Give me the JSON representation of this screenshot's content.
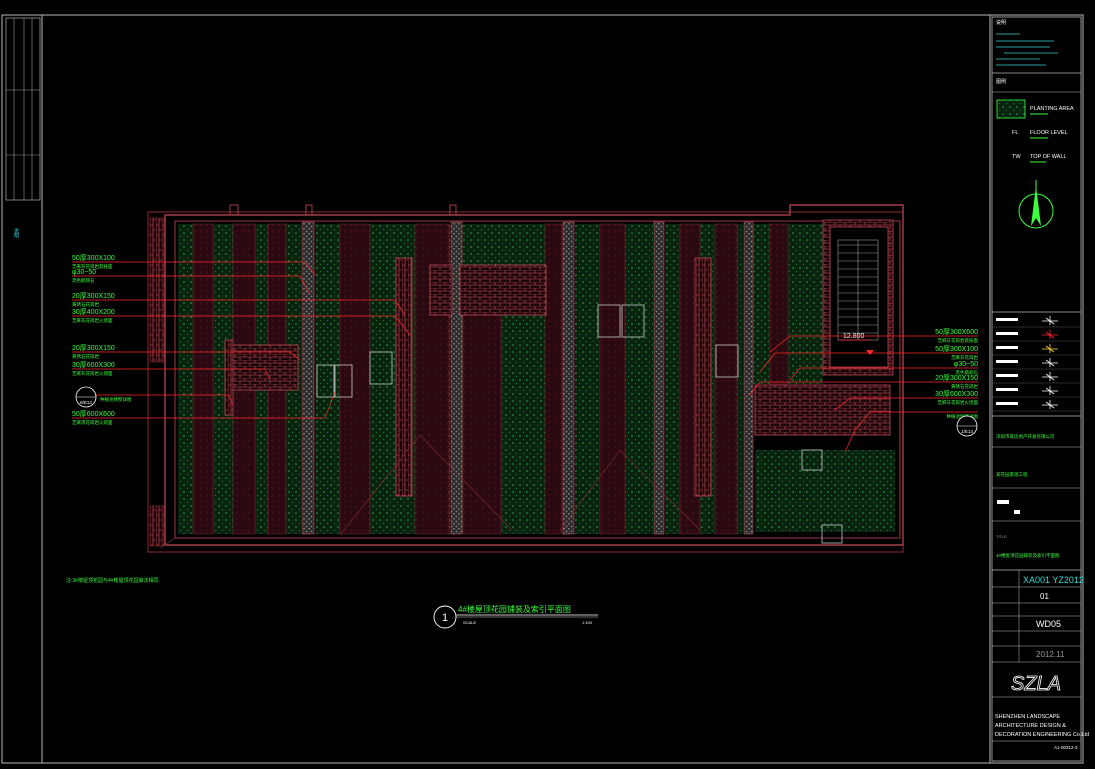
{
  "colors": {
    "background": "#000000",
    "frame": "#b8b8b8",
    "wall": "#c8485a",
    "paving": "#8a2030",
    "planting_fill": "#0c2a14",
    "dot": "#26a04a",
    "label_green": "#3cff3c",
    "label_cyan": "#39d6d6",
    "label_white": "#ffffff",
    "leader_red": "#ff2a2a",
    "north_arrow": "#3cff3c"
  },
  "left_margin_note": "说明",
  "legend": {
    "planting_area": "PLANTING AREA",
    "floor_level_abbr": "FL",
    "floor_level": "FLOOR LEVEL",
    "top_of_wall_abbr": "TW",
    "top_of_wall": "TOP OF WALL"
  },
  "left_labels": [
    {
      "code": "50厚300X100",
      "note": "芝麻灰花岗岩荔枝面"
    },
    {
      "code": "φ30~50",
      "note": "黑色鹅卵石"
    },
    {
      "code": "20厚300X150",
      "note": "黄锈石花岗岩"
    },
    {
      "code": "30厚400X200",
      "note": "芝麻灰花岗岩火烧面"
    },
    {
      "code": "20厚300X150",
      "note": "黄锈石花岗岩"
    },
    {
      "code": "30厚600X300",
      "note": "芝麻灰花岗岩火烧面"
    },
    {
      "code": "",
      "note": "种植池侧壁详图"
    },
    {
      "code": "50厚600X600",
      "note": "芝麻黑花岗岩火烧面"
    }
  ],
  "right_labels": [
    {
      "code": "50厚300X600",
      "note": "芝麻灰花岗岩荔枝面"
    },
    {
      "code": "50厚300X100",
      "note": "芝麻灰花岗岩"
    },
    {
      "code": "φ30~50",
      "note": "黑色鹅卵石"
    },
    {
      "code": "20厚300X150",
      "note": "黄锈石花岗岩"
    },
    {
      "code": "30厚600X300",
      "note": "芝麻灰花岗岩火烧面"
    },
    {
      "code": "",
      "note": "种植池侧壁详图"
    }
  ],
  "detail_callouts": {
    "left": "8/E13",
    "right": "1/E13"
  },
  "level_marker": "12.800",
  "footnote": "注:3#楼屋顶花园与4#楼屋顶花园做法相同.",
  "plan_title": {
    "number": "1",
    "title": "4#楼屋顶花园铺装及索引平面图",
    "scale_label": "SCALE",
    "scale": "1:100"
  },
  "title_block": {
    "notes_header": "说明",
    "legend_header": "图例",
    "client": "深圳市某房地产开发有限公司",
    "project": "某花园景观工程",
    "drawing_title": "4#楼屋顶花园铺装及索引平面图",
    "title_label": "TITLE",
    "project_no": "XA001 YZ2012",
    "version": "01",
    "drawing_no": "WD05",
    "date": "2012.11",
    "logo": "SZLA",
    "company_en": [
      "SHENZHEN LANDSCAPE",
      "ARCHITECTURE DESIGN &",
      "DECORATION ENGINEERING Co.Ltd"
    ],
    "sheet_ref": "A1-00312-3"
  }
}
